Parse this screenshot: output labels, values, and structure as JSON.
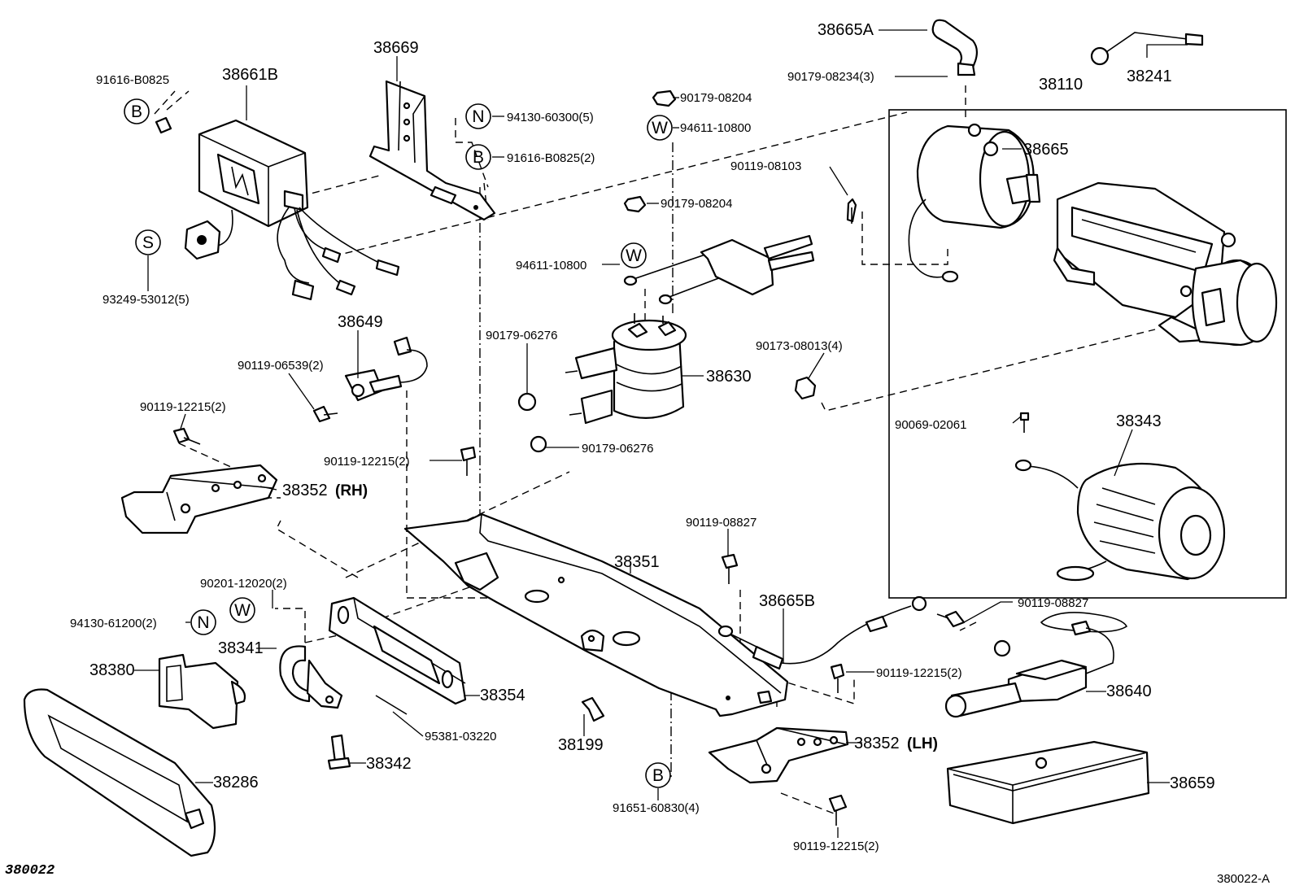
{
  "diagram": {
    "parts": {
      "p38665A": "38665A",
      "p90179_08234": "90179-08234(3)",
      "p38241": "38241",
      "p38110": "38110",
      "p38669": "38669",
      "p38661B": "38661B",
      "p91616_B0825": "91616-B0825",
      "p94130_60300": "94130-60300(5)",
      "p91616_B0825_2": "91616-B0825(2)",
      "p90179_08204a": "90179-08204",
      "p94611_10800a": "94611-10800",
      "p90119_08103": "90119-08103",
      "p38665": "38665",
      "p90179_08204b": "90179-08204",
      "p94611_10800b": "94611-10800",
      "p93249_53012": "93249-53012(5)",
      "p38649": "38649",
      "p90119_06539": "90119-06539(2)",
      "p90179_06276a": "90179-06276",
      "p38630": "38630",
      "p90173_08013": "90173-08013(4)",
      "p90119_12215a": "90119-12215(2)",
      "p90179_06276b": "90179-06276",
      "p90069_02061": "90069-02061",
      "p38343": "38343",
      "p90119_12215b": "90119-12215(2)",
      "p38352rh": "38352",
      "rh": "(RH)",
      "p90119_08827a": "90119-08827",
      "p38351": "38351",
      "p90201_12020": "90201-12020(2)",
      "p38665B": "38665B",
      "p90119_08827b": "90119-08827",
      "p94130_61200": "94130-61200(2)",
      "p38341": "38341",
      "p90119_12215c": "90119-12215(2)",
      "p38380": "38380",
      "p38354": "38354",
      "p38640": "38640",
      "p95381_03220": "95381-03220",
      "p38199": "38199",
      "p38352lh": "38352",
      "lh": "(LH)",
      "p38342": "38342",
      "p38286": "38286",
      "p38659": "38659",
      "p91651_60830": "91651-60830(4)",
      "p90119_12215d": "90119-12215(2)"
    },
    "symbols": {
      "b": "B",
      "n": "N",
      "w": "W",
      "s": "S"
    },
    "refs": {
      "left": "380022",
      "right": "380022-A"
    }
  }
}
